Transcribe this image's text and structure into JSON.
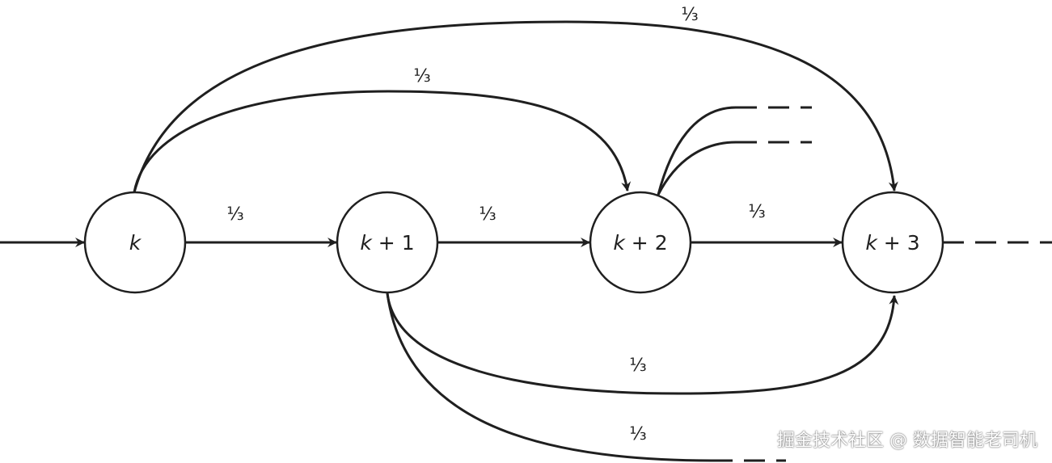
{
  "nodes": [
    {
      "var": "k",
      "suffix": ""
    },
    {
      "var": "k",
      "suffix": " + 1"
    },
    {
      "var": "k",
      "suffix": " + 2"
    },
    {
      "var": "k",
      "suffix": " + 3"
    }
  ],
  "probabilities": {
    "k_to_k1": "⅓",
    "k1_to_k2": "⅓",
    "k2_to_k3": "⅓",
    "k_to_k2": "⅓",
    "k_to_k3": "⅓",
    "k1_to_k3": "⅓",
    "k1_outgoing": "⅓"
  },
  "watermark": "掘金技术社区 @ 数据智能老司机",
  "colors": {
    "stroke": "#1f1f1f",
    "background": "#ffffff"
  }
}
